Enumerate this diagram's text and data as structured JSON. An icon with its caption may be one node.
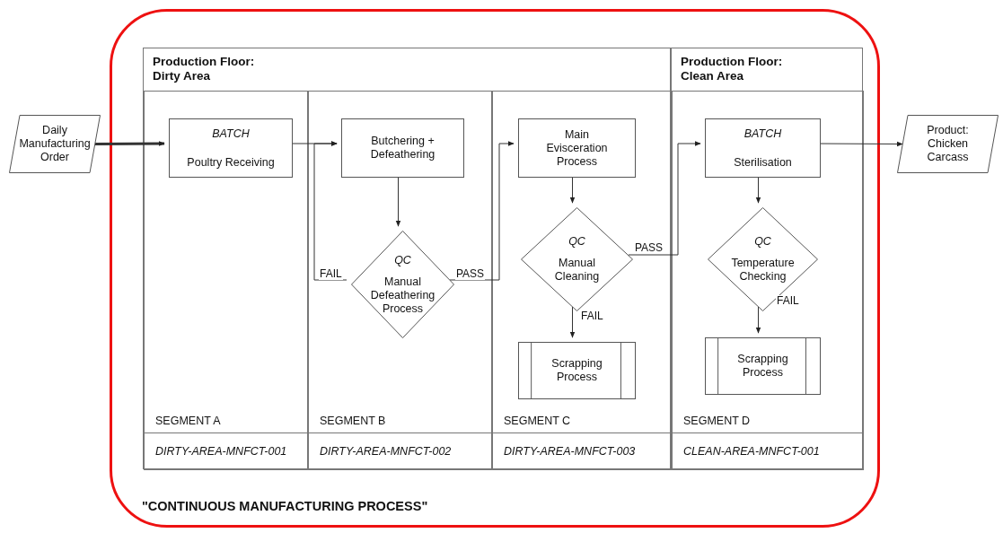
{
  "diagram": {
    "nodes": [
      {
        "text": [
          "\"CONTINUOUS MANUFACTURING PROCESS\""
        ]
      },
      {
        "text": [
          "Daily Manufacturing Order"
        ]
      },
      {
        "text": [
          "Production Floor: Dirty Area"
        ],
        "in": 0
      },
      {
        "text": [
          "SEGMENT A",
          "DIRTY-AREA-MNFCT-001"
        ],
        "in": 2
      },
      {
        "text": [
          "BATCH",
          "Poultry Receiving"
        ],
        "in": 3
      },
      {
        "text": [
          "SEGMENT B",
          "DIRTY-AREA-MNFCT-002"
        ],
        "in": 2
      },
      {
        "text": [
          "Butchering + Defeathering"
        ],
        "in": 5
      },
      {
        "text": [
          "QC",
          "Manual Defeathering Process"
        ],
        "in": 5
      },
      {
        "text": [
          "SEGMENT C",
          "DIRTY-AREA-MNFCT-003"
        ],
        "in": 2
      },
      {
        "text": [
          "Main Evisceration Process"
        ],
        "in": 8
      },
      {
        "text": [
          "QC",
          "Manual Cleaning"
        ],
        "in": 8
      },
      {
        "text": [
          "Scrapping Process"
        ],
        "in": 8
      },
      {
        "text": [
          "Production Floor: Clean Area"
        ],
        "in": 0
      },
      {
        "text": [
          "SEGMENT D",
          "CLEAN-AREA-MNFCT-001"
        ],
        "in": 12
      },
      {
        "text": [
          "BATCH",
          "Sterilisation"
        ],
        "in": 13
      },
      {
        "text": [
          "QC",
          "Temperature Checking"
        ],
        "in": 13
      },
      {
        "text": [
          "Scrapping Process"
        ],
        "in": 13
      },
      {
        "text": [
          "Product: Chicken Carcass"
        ]
      }
    ],
    "edges": [
      {
        "from": 1,
        "to": 4,
        "arrow": "to",
        "style": "thick"
      },
      {
        "from": 4,
        "to": 6,
        "arrow": "to"
      },
      {
        "from": 6,
        "to": 7,
        "arrow": "to"
      },
      {
        "from": 7,
        "to": 6,
        "arrow": "to",
        "label": "FAIL"
      },
      {
        "from": 7,
        "to": 9,
        "arrow": "to",
        "label": "PASS"
      },
      {
        "from": 9,
        "to": 10,
        "arrow": "to"
      },
      {
        "from": 10,
        "to": 11,
        "arrow": "to",
        "label": "FAIL"
      },
      {
        "from": 10,
        "to": 14,
        "arrow": "to",
        "label": "PASS"
      },
      {
        "from": 14,
        "to": 15,
        "arrow": "to"
      },
      {
        "from": 15,
        "to": 16,
        "arrow": "to",
        "label": "FAIL"
      },
      {
        "from": 14,
        "to": 17,
        "arrow": "to"
      }
    ]
  }
}
